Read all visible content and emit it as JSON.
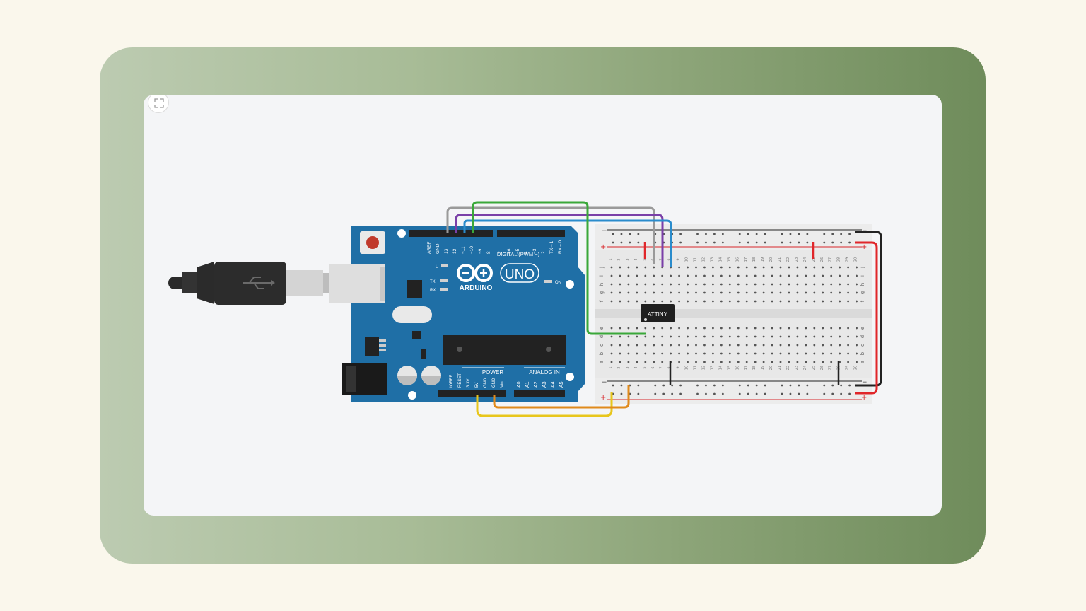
{
  "app": {
    "view": "circuit-simulator-canvas",
    "fit_button": {
      "icon": "fit-to-screen-icon"
    }
  },
  "arduino": {
    "brand": "ARDUINO",
    "model": "UNO",
    "on_label": "ON",
    "led_l": "L",
    "led_tx": "TX",
    "led_rx": "RX",
    "digital_label": "DIGITAL (PWM ~)",
    "power_label": "POWER",
    "analog_label": "ANALOG IN",
    "digital_pins": [
      "AREF",
      "GND",
      "13",
      "12",
      "~11",
      "~10",
      "~9",
      "8",
      "7",
      "~6",
      "~5",
      "4",
      "~3",
      "2",
      "TX→1",
      "RX←0"
    ],
    "power_pins": [
      "IOREF",
      "RESET",
      "3.3V",
      "5V",
      "GND",
      "GND",
      "Vin"
    ],
    "analog_pins": [
      "A0",
      "A1",
      "A2",
      "A3",
      "A4",
      "A5"
    ]
  },
  "breadboard": {
    "row_letters_top": [
      "j",
      "i",
      "h",
      "g",
      "f"
    ],
    "row_letters_bottom": [
      "e",
      "d",
      "c",
      "b",
      "a"
    ],
    "columns": 30,
    "rail_minus": "−",
    "rail_plus": "+"
  },
  "chip": {
    "label": "ATTINY"
  },
  "wires": [
    {
      "name": "gray-wire",
      "color": "#9a9a9a"
    },
    {
      "name": "purple-wire",
      "color": "#7a3fa8"
    },
    {
      "name": "blue-wire",
      "color": "#2a8ccc"
    },
    {
      "name": "green-wire",
      "color": "#3aa83a"
    },
    {
      "name": "yellow-wire",
      "color": "#e8c61c"
    },
    {
      "name": "orange-wire",
      "color": "#e08a1c"
    },
    {
      "name": "red-wire",
      "color": "#e0262a"
    },
    {
      "name": "black-wire",
      "color": "#222222"
    }
  ],
  "colors": {
    "board_blue": "#1f6fa6",
    "frame_green": "#8da579",
    "canvas_bg": "#f4f5f7"
  }
}
